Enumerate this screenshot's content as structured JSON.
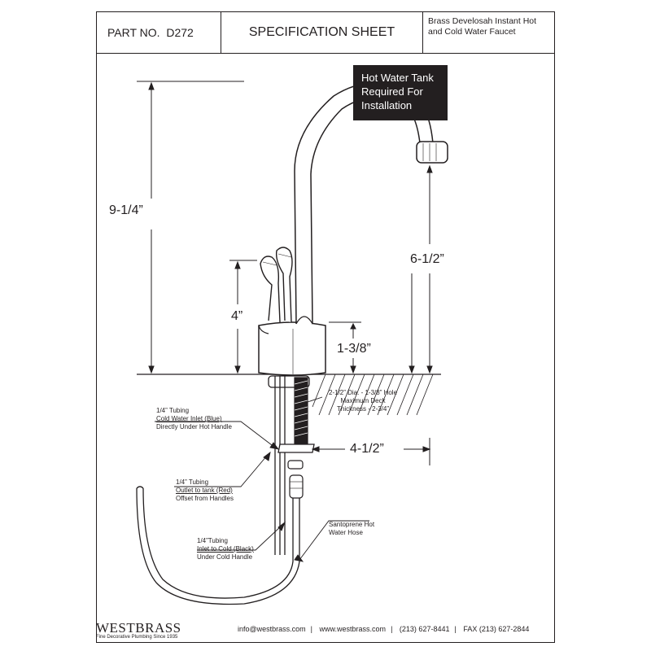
{
  "header": {
    "part_label": "PART NO.",
    "part_number": "D272",
    "title": "SPECIFICATION SHEET",
    "description": "Brass Develosah Instant Hot and Cold Water Faucet"
  },
  "notice": "Hot Water Tank Required For Installation",
  "dimensions": {
    "overall_height": "9-1/4”",
    "spout_height": "6-1/2”",
    "handle_height": "4”",
    "base_height": "1-3/8”",
    "shank_length": "4-1/2”"
  },
  "deck_note": [
    "2-1/2” Dia. - 1-3/8” Hole",
    "Maximum Deck",
    "Thickness - 2-3/4”"
  ],
  "callouts": {
    "cold_inlet": {
      "size": "1/4” Tubing",
      "lines": [
        "Cold Water Inlet (Blue)",
        "Directly Under Hot Handle"
      ]
    },
    "tank_outlet": {
      "size": "1/4” Tubing",
      "lines": [
        "Outlet to tank (Red)",
        "Offset from Handles"
      ]
    },
    "cold_black": {
      "size": "1/4”Tubing",
      "lines": [
        "Inlet to Cold (Black)",
        "Under Cold Handle"
      ]
    },
    "hot_hose": {
      "lines": [
        "Santoprene Hot",
        "Water Hose"
      ]
    }
  },
  "footer": {
    "brand": "WESTBRASS",
    "tagline": "Fine Decorative Plumbing Since 1935",
    "email": "info@westbrass.com",
    "website": "www.westbrass.com",
    "phone": "(213) 627-8441",
    "fax": "FAX (213) 627-2844"
  },
  "colors": {
    "ink": "#231f20",
    "paper": "#ffffff"
  }
}
